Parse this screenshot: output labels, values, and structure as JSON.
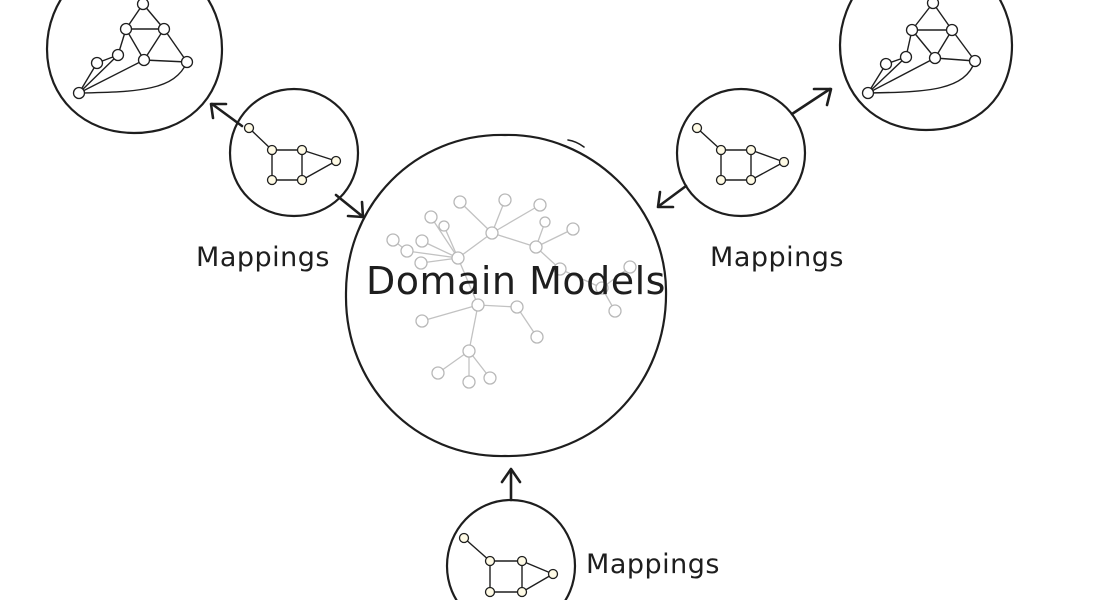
{
  "diagram": {
    "central": {
      "label": "Domain Models"
    },
    "mappings": [
      {
        "id": "left",
        "label": "Mappings"
      },
      {
        "id": "right",
        "label": "Mappings"
      },
      {
        "id": "bottom",
        "label": "Mappings"
      }
    ],
    "external_models": [
      {
        "id": "top-left"
      },
      {
        "id": "top-right"
      }
    ],
    "colors": {
      "ink": "#1e1e1e",
      "mapping_node_fill": "#fffbe6",
      "domain_graph": "#c2c2c2"
    }
  }
}
